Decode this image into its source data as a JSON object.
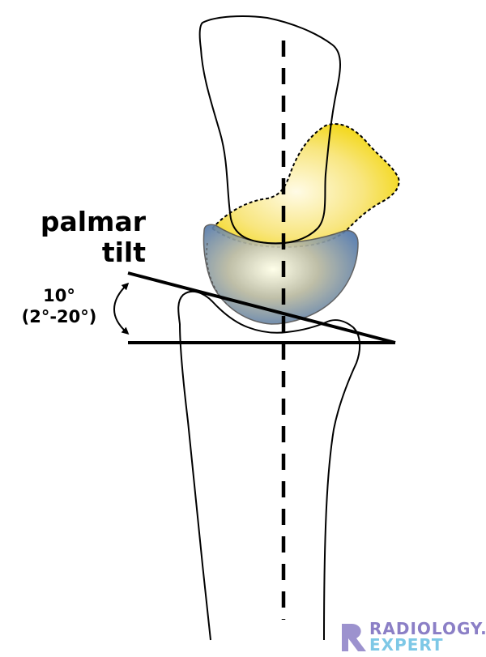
{
  "labels": {
    "title_line1": "palmar",
    "title_line2": "tilt",
    "angle_value": "10°",
    "angle_range": "(2°-20°)"
  },
  "logo": {
    "word1": "RADIOLOGY.",
    "word2": "EXPERT"
  },
  "colors": {
    "outline": "#000000",
    "yellow_bone": "#f5d90f",
    "blue_bone": "#4f78b0",
    "logo_top": "#8b7fc6",
    "logo_bottom": "#7ec8e6"
  },
  "measurement": {
    "normal_tilt_deg": 10,
    "range_deg": [
      2,
      20
    ]
  }
}
